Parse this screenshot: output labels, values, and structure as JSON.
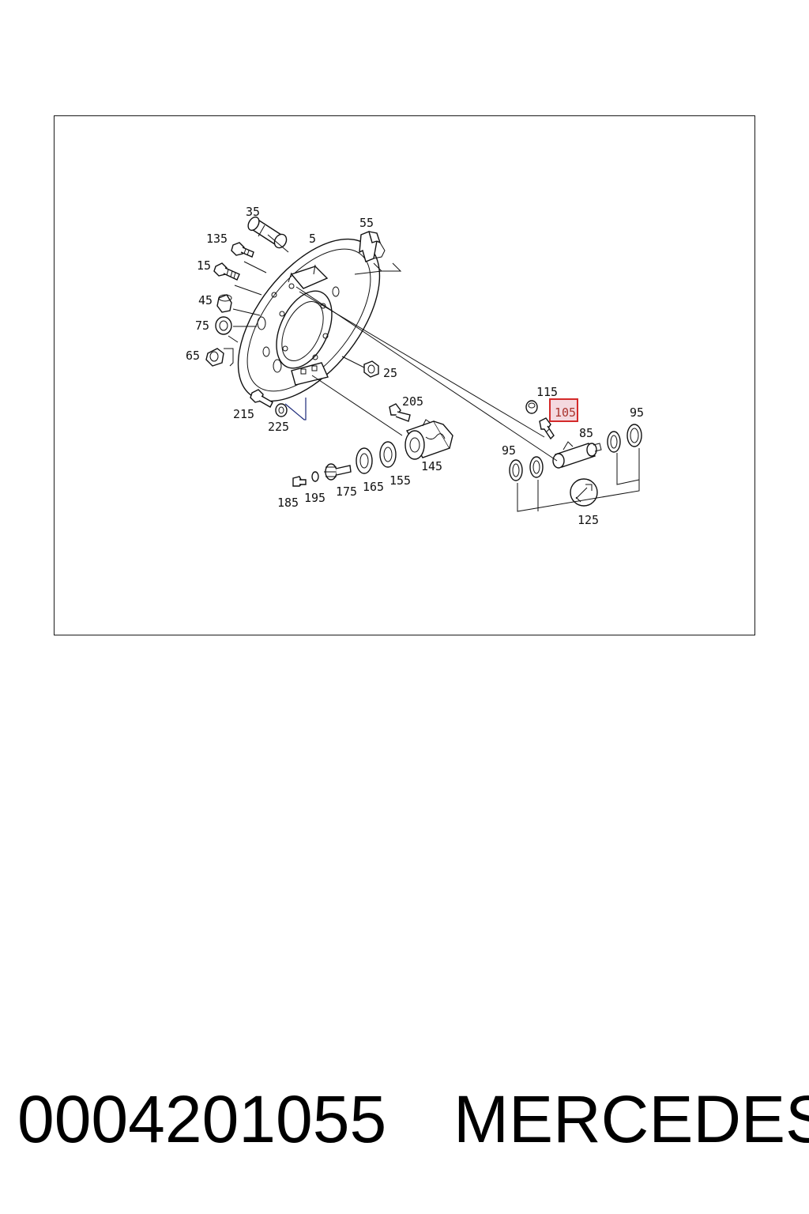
{
  "diagram": {
    "callouts": [
      "35",
      "135",
      "5",
      "55",
      "15",
      "45",
      "75",
      "65",
      "25",
      "215",
      "225",
      "205",
      "115",
      "105",
      "95",
      "85",
      "95",
      "145",
      "185",
      "195",
      "175",
      "165",
      "155",
      "125"
    ],
    "highlighted_callout": "105",
    "highlight_color": "#d42a2a"
  },
  "caption": {
    "part_number": "0004201055",
    "brand": "MERCEDES"
  }
}
